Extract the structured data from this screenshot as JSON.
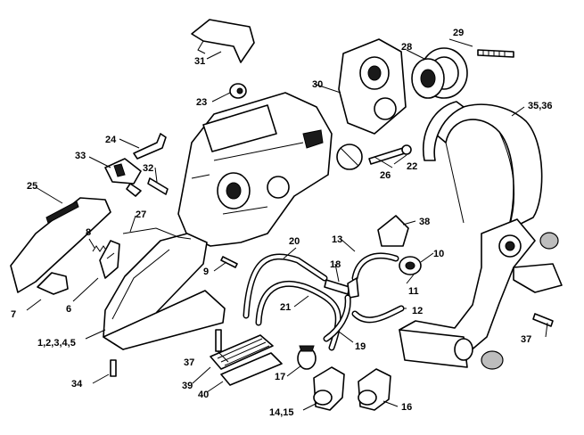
{
  "labels": {
    "p1": "1,2,3,4,5",
    "p6": "6",
    "p7": "7",
    "p8": "8",
    "p9": "9",
    "p10": "10",
    "p11": "11",
    "p12": "12",
    "p13": "13",
    "p14": "14,15",
    "p16": "16",
    "p17": "17",
    "p18": "18",
    "p19": "19",
    "p20": "20",
    "p21": "21",
    "p22": "22",
    "p23": "23",
    "p24": "24",
    "p25": "25",
    "p26": "26",
    "p27": "27",
    "p28": "28",
    "p29": "29",
    "p30": "30",
    "p31": "31",
    "p32": "32",
    "p33": "33",
    "p34": "34",
    "p35": "35,36",
    "p37a": "37",
    "p37b": "37",
    "p38": "38",
    "p39": "39",
    "p40": "40"
  }
}
